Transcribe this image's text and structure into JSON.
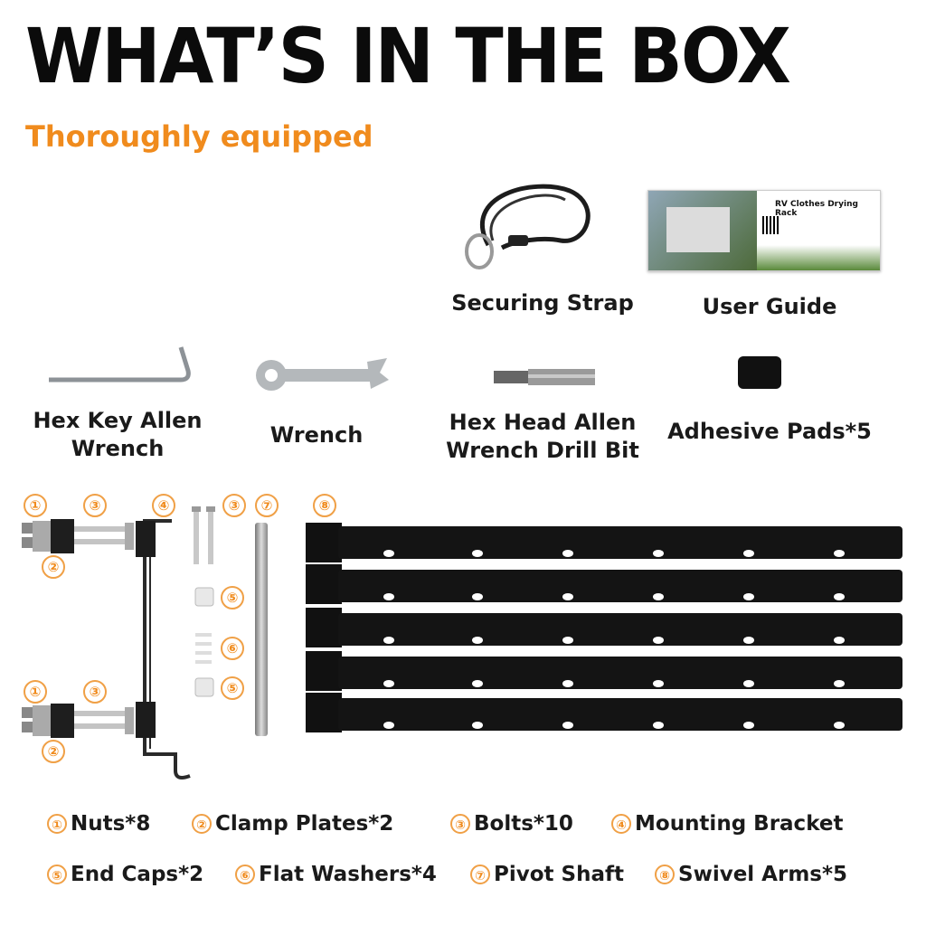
{
  "header": {
    "title": "WHAT’S IN THE BOX",
    "subtitle": "Thoroughly equipped"
  },
  "items_top": {
    "securing_strap": "Securing Strap",
    "user_guide": "User Guide",
    "user_guide_card_title": "RV Clothes Drying Rack"
  },
  "items_mid": {
    "hex_key_line1": "Hex Key Allen",
    "hex_key_line2": "Wrench",
    "wrench": "Wrench",
    "drill_bit_line1": "Hex Head Allen",
    "drill_bit_line2": "Wrench Drill Bit",
    "adhesive_pads": "Adhesive Pads*5"
  },
  "markers": {
    "n1": "①",
    "n2": "②",
    "n3": "③",
    "n4": "④",
    "n5": "⑤",
    "n6": "⑥",
    "n7": "⑦",
    "n8": "⑧"
  },
  "legend": {
    "nuts": "Nuts*8",
    "clamp_plates": "Clamp Plates*2",
    "bolts": "Bolts*10",
    "mounting_bracket": "Mounting Bracket",
    "end_caps": "End Caps*2",
    "flat_washers": "Flat Washers*4",
    "pivot_shaft": "Pivot Shaft",
    "swivel_arms": "Swivel Arms*5"
  },
  "colors": {
    "accent": "#f08b1d",
    "text": "#1a1a1a",
    "arm": "#111111"
  }
}
